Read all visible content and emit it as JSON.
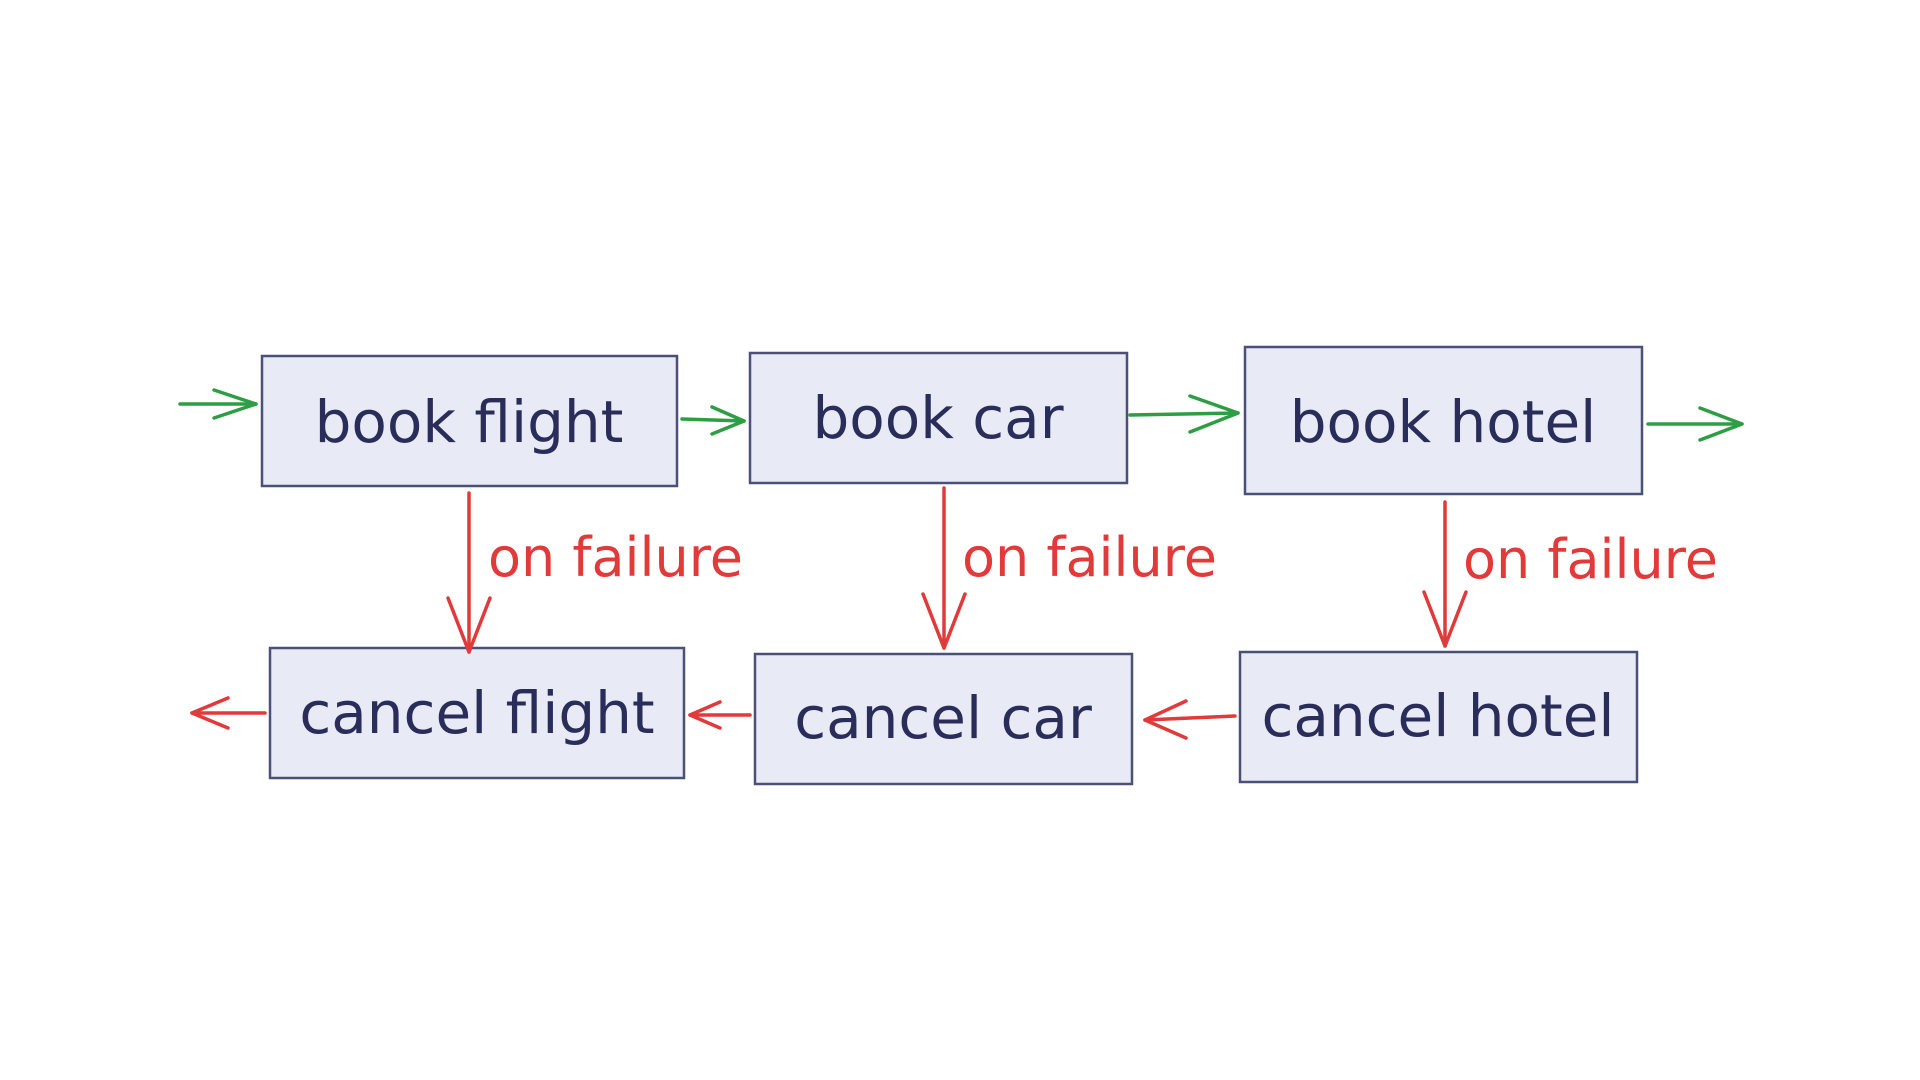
{
  "nodes": {
    "book_flight": "book flight",
    "book_car": "book car",
    "book_hotel": "book hotel",
    "cancel_flight": "cancel flight",
    "cancel_car": "cancel car",
    "cancel_hotel": "cancel hotel"
  },
  "edge_labels": {
    "flight_failure": "on failure",
    "car_failure": "on failure",
    "hotel_failure": "on failure"
  },
  "colors": {
    "success_arrow": "#2e9e44",
    "failure_arrow": "#e03a3a",
    "node_fill": "#e8eaf6",
    "node_border": "#4a5078",
    "node_text": "#2a2d5a"
  }
}
